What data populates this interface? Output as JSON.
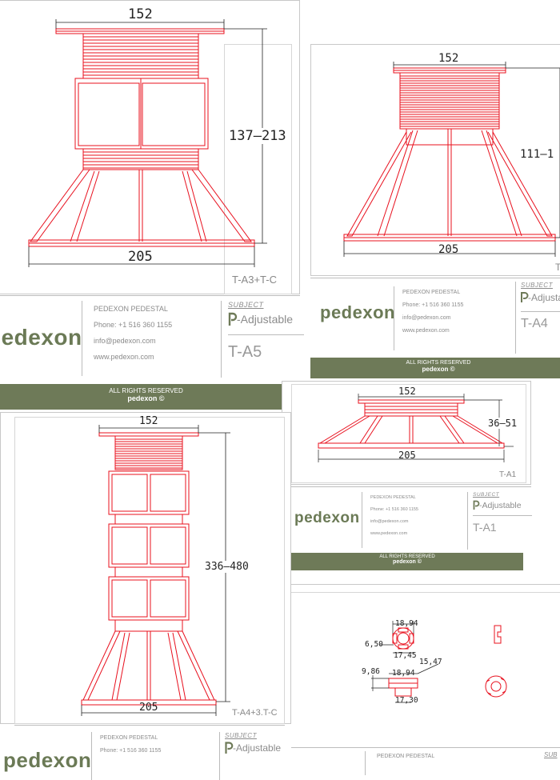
{
  "brand": {
    "name": "pedexon",
    "footer_name": "pedexon ©",
    "color_green": "#6e7a58",
    "color_red": "#e8101e"
  },
  "contact": {
    "company": "PEDEXON PEDESTAL",
    "phone": "Phone: +1 516 360 1155",
    "email": "info@pedexon.com",
    "web": "www.pedexon.com"
  },
  "common": {
    "subject_label": "SUBJECT",
    "subject_name": "-Adjustable",
    "rights": "ALL RIGHTS RESERVED"
  },
  "sheets": {
    "ta5": {
      "top_width": "152",
      "base_width": "205",
      "height_range": "137–213",
      "model_tag": "T-A3+T-C",
      "code": "T-A5"
    },
    "ta4": {
      "top_width": "152",
      "base_width": "205",
      "height_range": "111–1",
      "model_tag": "T",
      "code": "T-A4"
    },
    "ta1": {
      "top_width": "152",
      "base_width": "205",
      "height_range": "36–51",
      "model_tag": "T-A1",
      "code": "T-A1"
    },
    "ta4c": {
      "top_width": "152",
      "base_width": "205",
      "height_range": "336–480",
      "model_tag": "T-A4+3.T-C"
    },
    "detail": {
      "dims": [
        "18,94",
        "6,50",
        "17,45",
        "9,86",
        "15,47",
        "18,94",
        "17,30"
      ],
      "company": "PEDEXON PEDESTAL",
      "subject_partial": "SUB"
    }
  }
}
